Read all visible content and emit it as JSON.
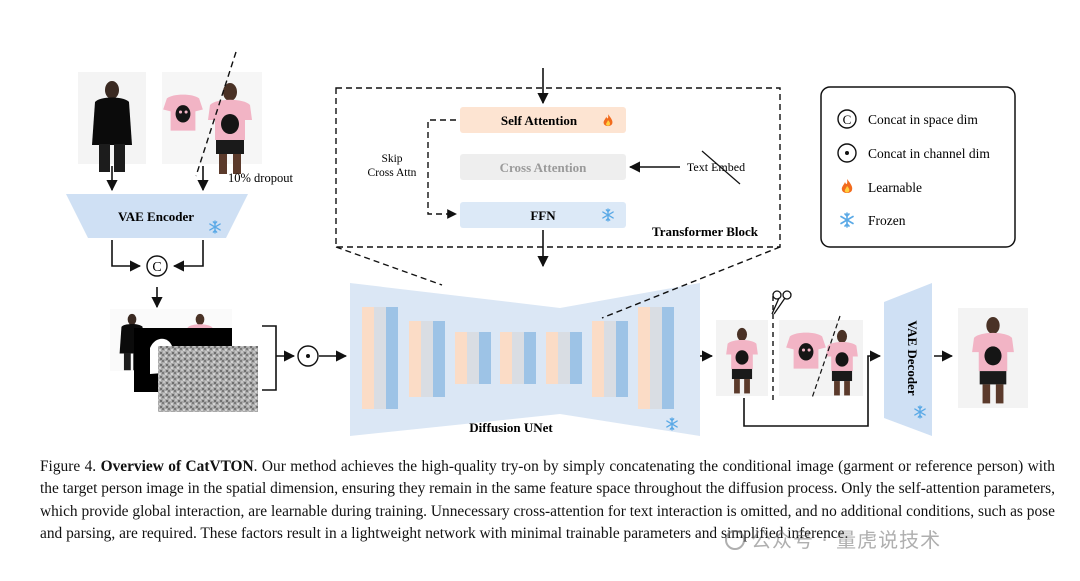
{
  "figure": {
    "transformer_block": {
      "title": "Transformer Block",
      "self_attention": "Self Attention",
      "cross_attention": "Cross Attention",
      "ffn": "FFN",
      "skip_label_line1": "Skip",
      "skip_label_line2": "Cross Attn",
      "text_embed": "Text Embed"
    },
    "vae_encoder": "VAE Encoder",
    "vae_decoder": "VAE Decoder",
    "diffusion_unet": "Diffusion UNet",
    "dropout_label": "10% dropout",
    "legend": {
      "items": [
        {
          "icon": "concat-space-icon",
          "label": "Concat in space dim"
        },
        {
          "icon": "concat-channel-icon",
          "label": "Concat in channel dim"
        },
        {
          "icon": "flame-icon",
          "label": "Learnable"
        },
        {
          "icon": "snowflake-icon",
          "label": "Frozen"
        }
      ]
    },
    "colors": {
      "learnable": "#fde4d2",
      "frozen": "#dce9f7",
      "blue_bar": "#9dc3e6",
      "peach_bar": "#fbdcc6",
      "gray_bar": "#d9dde3",
      "unet_bg": "#dbe7f5",
      "flame": "#f26b1d",
      "snowflake": "#5aa9e6"
    }
  },
  "caption": {
    "label": "Figure 4.",
    "title": "Overview of CatVTON",
    "text": ". Our method achieves the high-quality try-on by simply concatenating the conditional image (garment or reference person) with the target person image in the spatial dimension, ensuring they remain in the same feature space throughout the diffusion process. Only the self-attention parameters, which provide global interaction, are learnable during training. Unnecessary cross-attention for text interaction is omitted, and no additional conditions, such as pose and parsing, are required. These factors result in a lightweight network with minimal trainable parameters and simplified inference."
  },
  "watermark": "公众号 · 量虎说技术"
}
